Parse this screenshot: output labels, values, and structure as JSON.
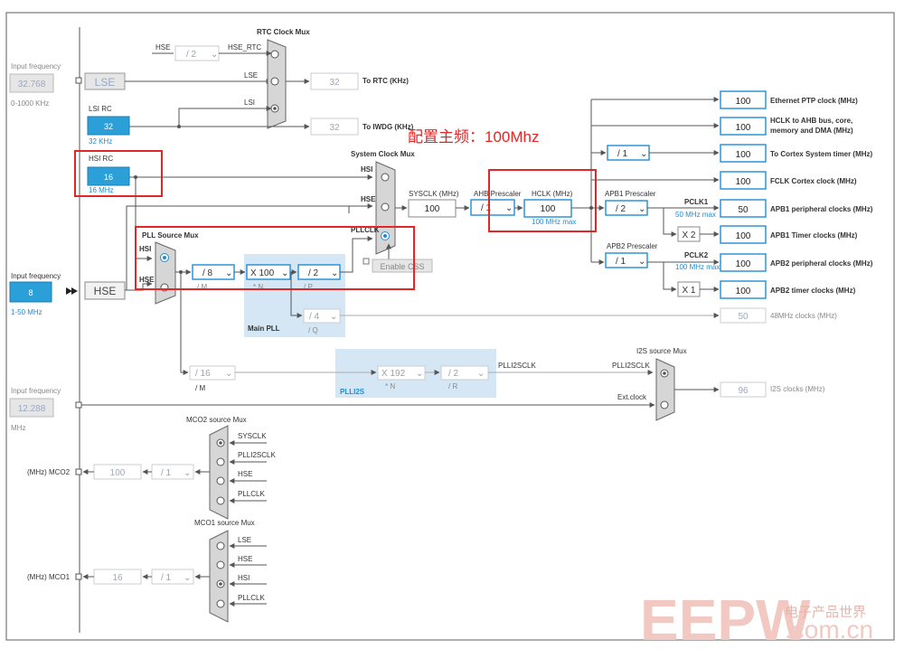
{
  "annotation": "配置主频：100Mhz",
  "watermark": {
    "brand": "EEPW",
    "cn": "电子产品世界",
    "domain": ".com.cn"
  },
  "inputs": {
    "lse": {
      "label": "Input frequency",
      "value": "32.768",
      "range": "0-1000 KHz",
      "block": "LSE"
    },
    "lsi": {
      "title": "LSI RC",
      "value": "32",
      "unit": "32 KHz"
    },
    "hsi": {
      "title": "HSI RC",
      "value": "16",
      "unit": "16 MHz"
    },
    "hse": {
      "label": "Input frequency",
      "value": "8",
      "range": "1-50 MHz",
      "block": "HSE"
    },
    "ext": {
      "label": "Input frequency",
      "value": "12.288",
      "unit": "MHz"
    }
  },
  "rtc": {
    "mux_title": "RTC Clock Mux",
    "hse_label": "HSE",
    "div": "/ 2",
    "hse_rtc": "HSE_RTC",
    "lse_label": "LSE",
    "lsi_label": "LSI",
    "rtc_value": "32",
    "rtc_label": "To RTC (KHz)",
    "iwdg_value": "32",
    "iwdg_label": "To IWDG (KHz)"
  },
  "sysclk_mux": {
    "title": "System Clock Mux",
    "hsi": "HSI",
    "hse": "HSE",
    "pllclk": "PLLCLK",
    "css": "Enable CSS"
  },
  "pll": {
    "source_title": "PLL Source Mux",
    "hsi": "HSI",
    "hse": "HSE",
    "m": "/ 8",
    "m_label": "/ M",
    "n": "X 100",
    "n_label": "* N",
    "p": "/ 2",
    "p_label": "/ P",
    "q": "/ 4",
    "q_label": "/ Q",
    "region": "Main PLL"
  },
  "sysclk": {
    "label": "SYSCLK (MHz)",
    "value": "100"
  },
  "ahb": {
    "label": "AHB Prescaler",
    "value": "/ 1"
  },
  "hclk": {
    "label": "HCLK (MHz)",
    "value": "100",
    "max": "100 MHz max"
  },
  "apb1": {
    "label": "APB1 Prescaler",
    "value": "/ 2",
    "pclk": "PCLK1",
    "max": "50 MHz max",
    "timer_mul": "X 2"
  },
  "apb2": {
    "label": "APB2 Prescaler",
    "value": "/ 1",
    "pclk": "PCLK2",
    "max": "100 MHz max",
    "timer_mul": "X 1"
  },
  "cortex_div": "/ 1",
  "outputs": [
    {
      "value": "100",
      "label": "Ethernet PTP clock (MHz)"
    },
    {
      "value": "100",
      "label": "HCLK to AHB bus, core,",
      "label2": "memory and DMA (MHz)"
    },
    {
      "value": "100",
      "label": "To Cortex System timer (MHz)"
    },
    {
      "value": "100",
      "label": "FCLK Cortex clock (MHz)"
    },
    {
      "value": "50",
      "label": "APB1 peripheral clocks (MHz)"
    },
    {
      "value": "100",
      "label": "APB1 Timer clocks (MHz)"
    },
    {
      "value": "100",
      "label": "APB2 peripheral clocks (MHz)"
    },
    {
      "value": "100",
      "label": "APB2 timer clocks (MHz)"
    }
  ],
  "usb48": {
    "value": "50",
    "label": "48MHz clocks (MHz)"
  },
  "plli2s": {
    "m": "/ 16",
    "m_label": "/ M",
    "n": "X 192",
    "n_label": "* N",
    "r": "/ 2",
    "r_label": "/ R",
    "region": "PLLI2S",
    "clk_label": "PLLI2SCLK"
  },
  "i2s": {
    "mux_title": "I2S source Mux",
    "plli2sclk": "PLLI2SCLK",
    "ext": "Ext.clock",
    "value": "96",
    "label": "I2S clocks (MHz)"
  },
  "mco2": {
    "mux_title": "MCO2 source Mux",
    "inputs": [
      "SYSCLK",
      "PLLI2SCLK",
      "HSE",
      "PLLCLK"
    ],
    "div": "/ 1",
    "value": "100",
    "label": "(MHz) MCO2"
  },
  "mco1": {
    "mux_title": "MCO1 source Mux",
    "inputs": [
      "LSE",
      "HSE",
      "HSI",
      "PLLCLK"
    ],
    "div": "/ 1",
    "value": "16",
    "label": "(MHz) MCO1"
  }
}
